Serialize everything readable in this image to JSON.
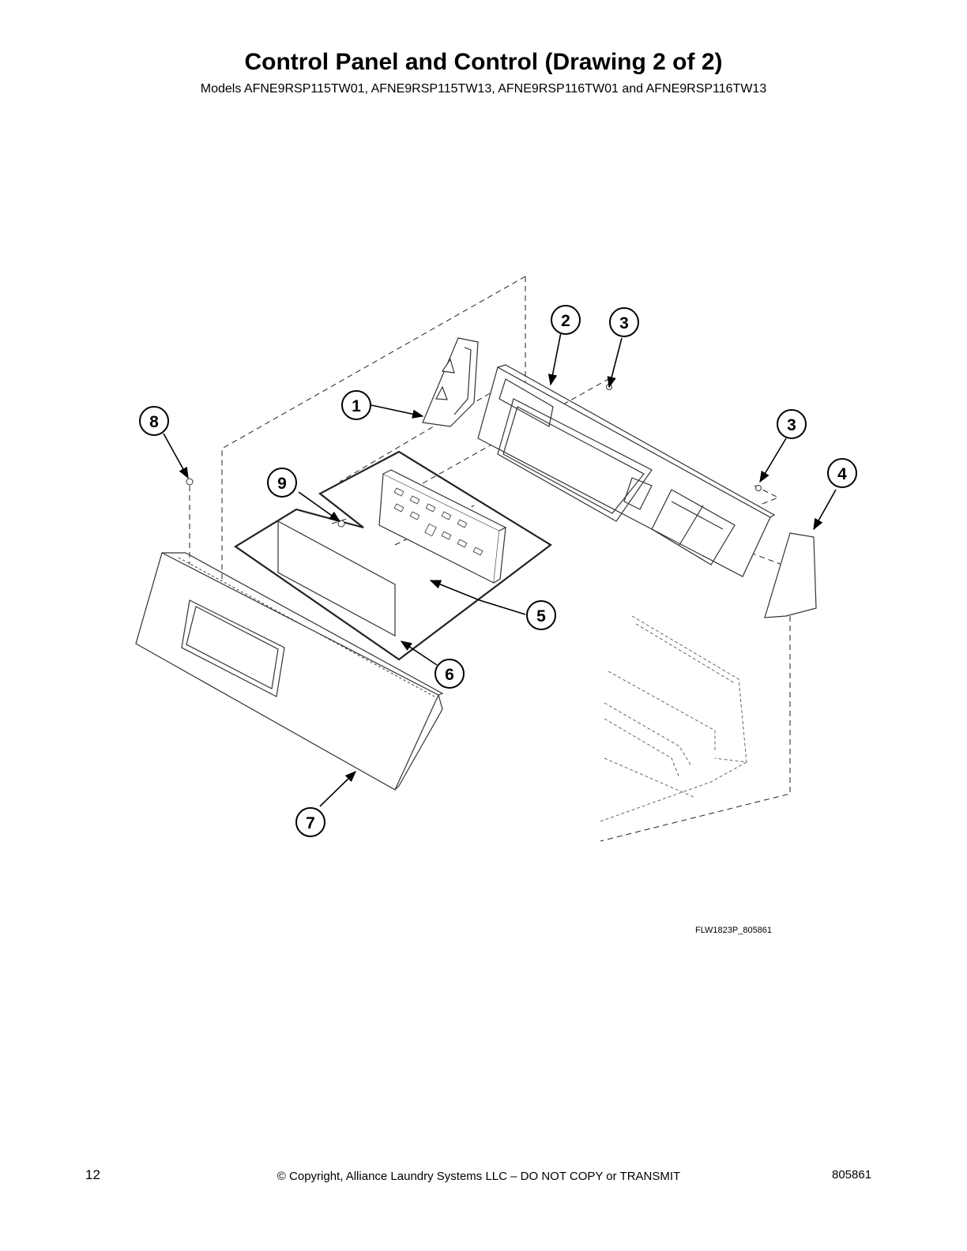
{
  "header": {
    "title": "Control Panel and Control (Drawing 2 of 2)",
    "models": "Models AFNE9RSP115TW01, AFNE9RSP115TW13, AFNE9RSP116TW01 and AFNE9RSP116TW13"
  },
  "diagram": {
    "figure_code": "FLW1823P_805861",
    "callouts": [
      "1",
      "2",
      "3",
      "3",
      "4",
      "5",
      "6",
      "7",
      "8",
      "9"
    ]
  },
  "footer": {
    "page_number": "12",
    "copyright": "© Copyright, Alliance Laundry Systems LLC – DO NOT COPY or TRANSMIT",
    "doc_number": "805861"
  }
}
